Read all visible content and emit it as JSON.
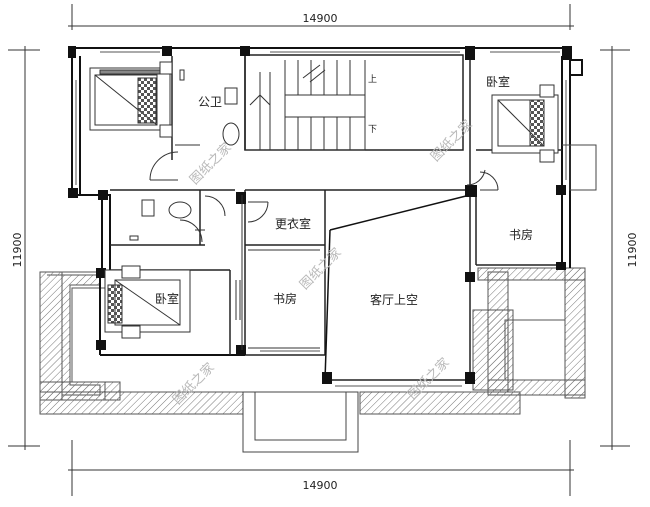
{
  "dimensions": {
    "top": "14900",
    "bottom": "14900",
    "left": "11900",
    "right": "11900"
  },
  "rooms": {
    "bedroom_top_right": "卧室",
    "bedroom_lower_left": "卧室",
    "public_bathroom": "公卫",
    "dressing_room": "更衣室",
    "study_right": "书房",
    "study_center": "书房",
    "living_void": "客厅上空"
  },
  "stairs": {
    "up": "上",
    "down": "下"
  },
  "watermark": "图纸之家"
}
